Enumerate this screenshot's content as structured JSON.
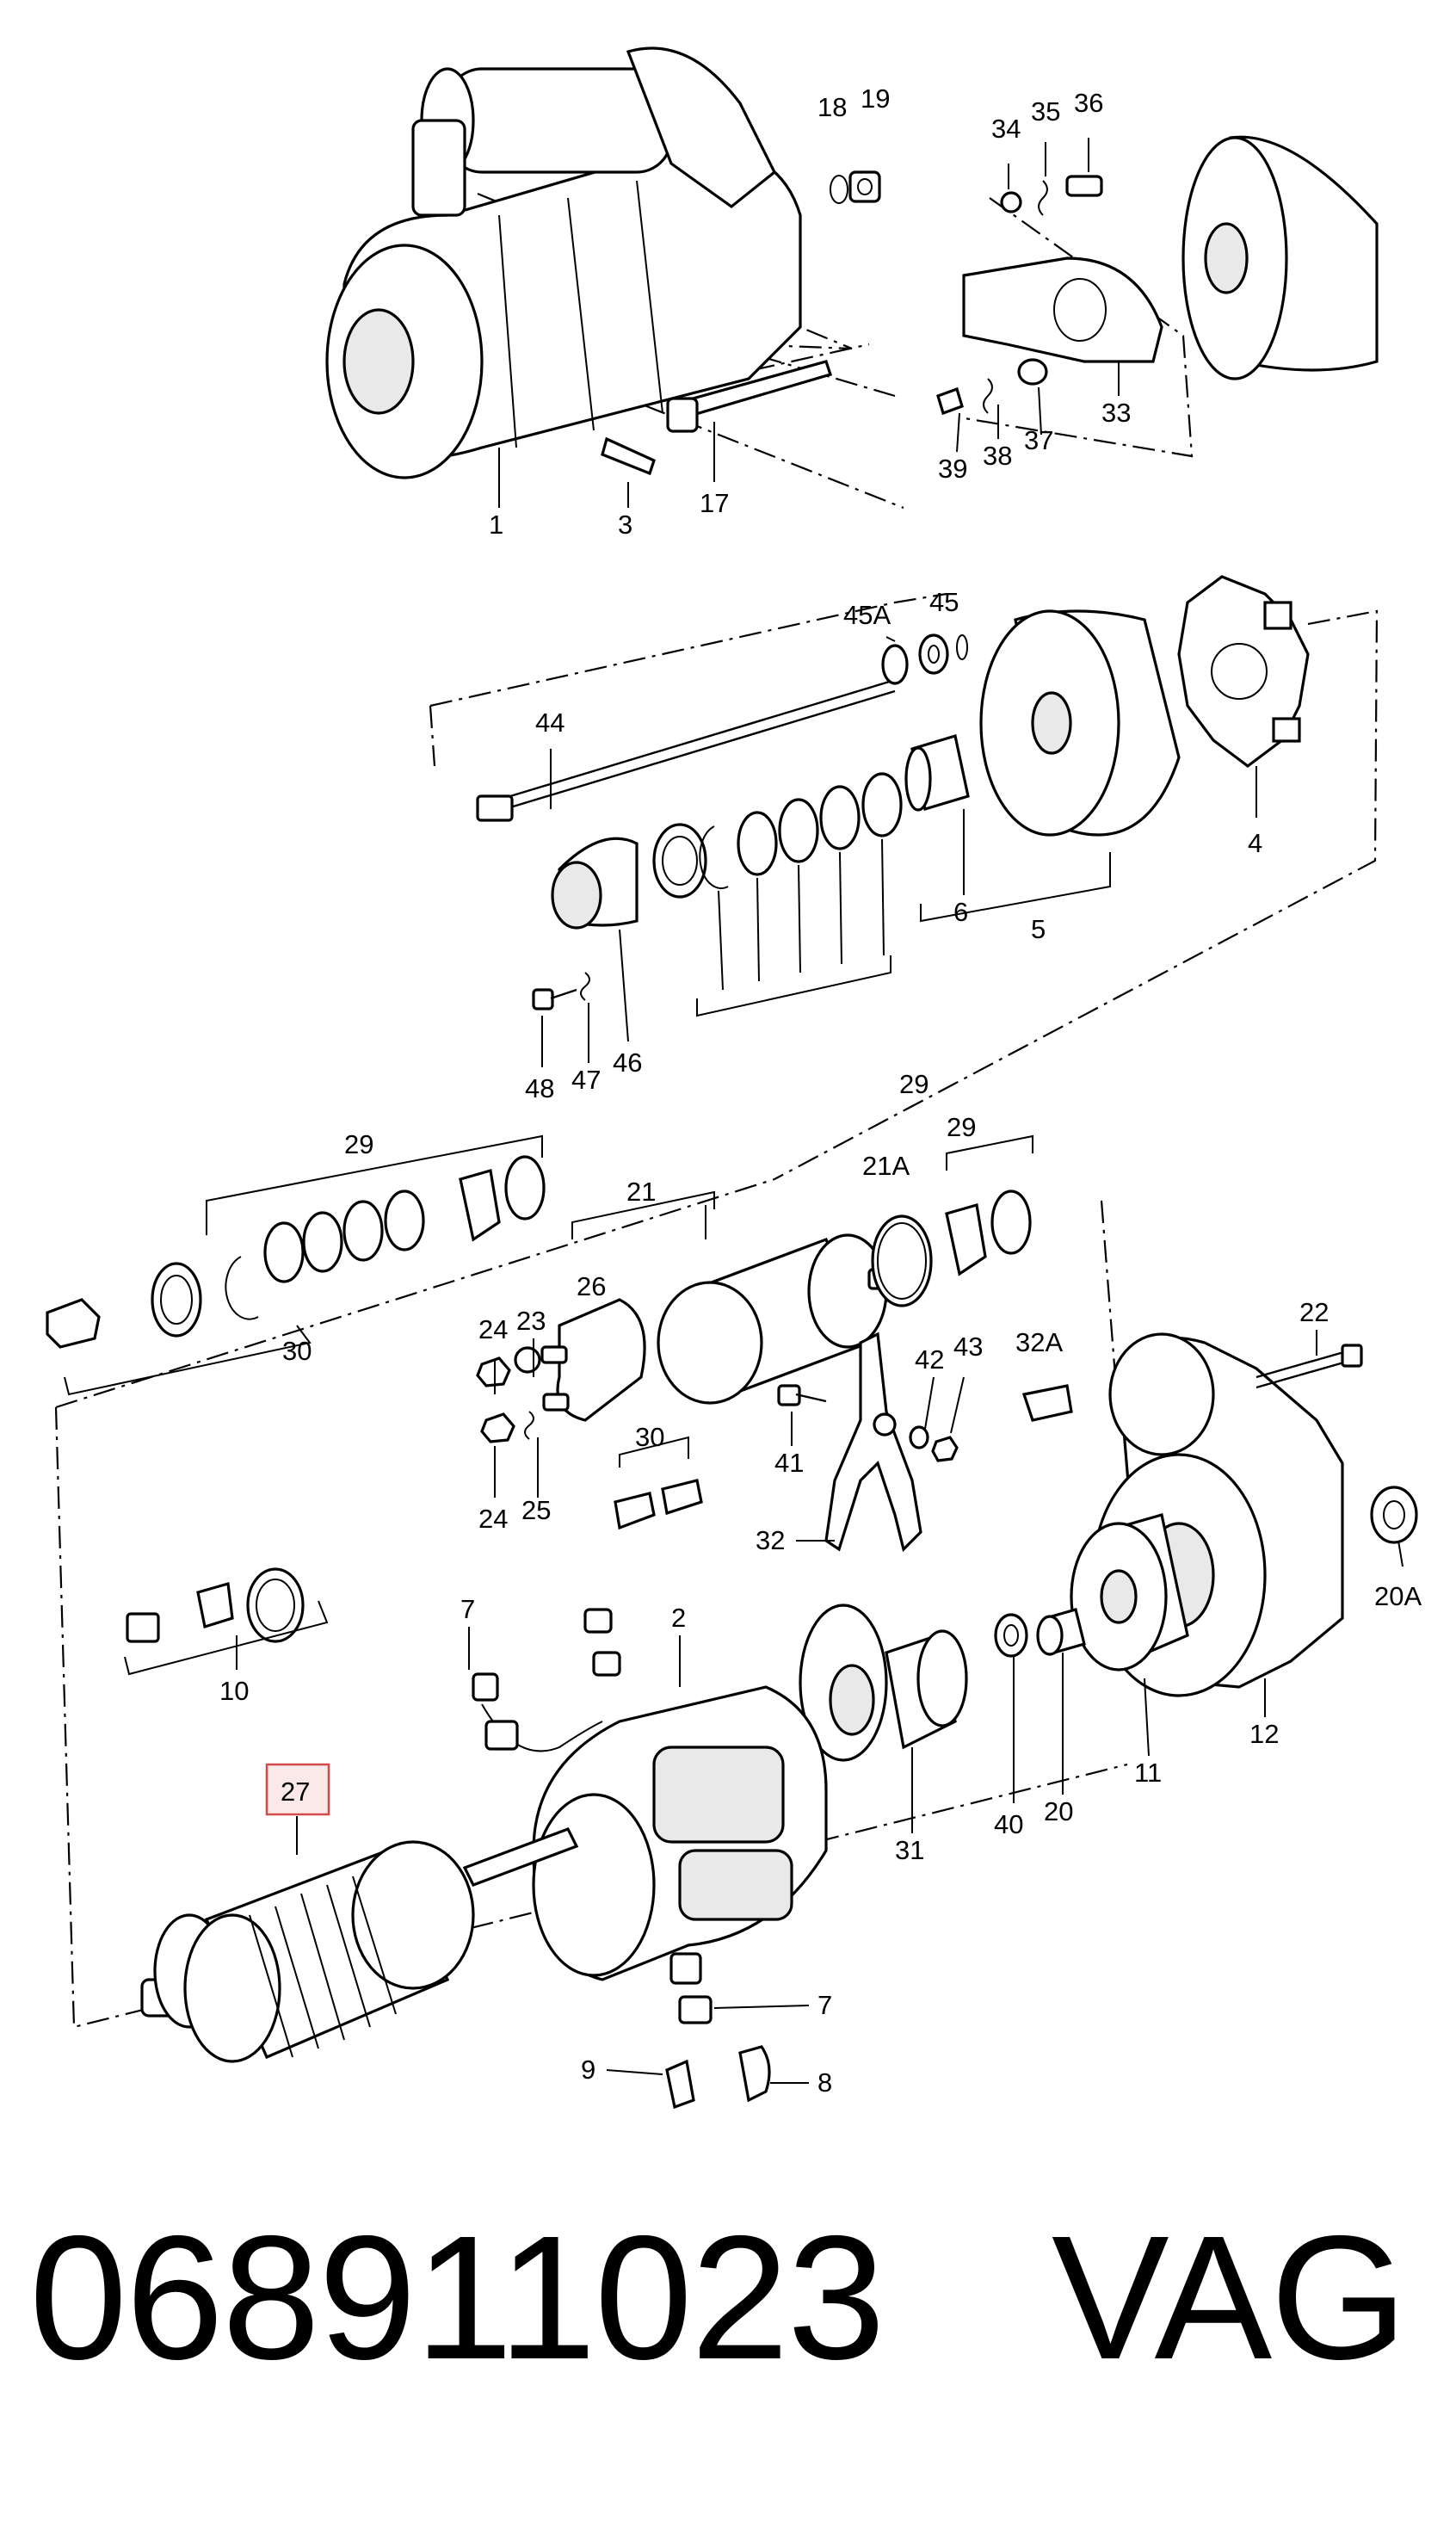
{
  "diagram": {
    "callouts": [
      {
        "id": "c1",
        "text": "1"
      },
      {
        "id": "c3",
        "text": "3"
      },
      {
        "id": "c17",
        "text": "17"
      },
      {
        "id": "c18",
        "text": "18"
      },
      {
        "id": "c19",
        "text": "19"
      },
      {
        "id": "c34",
        "text": "34"
      },
      {
        "id": "c35",
        "text": "35"
      },
      {
        "id": "c36",
        "text": "36"
      },
      {
        "id": "c33",
        "text": "33"
      },
      {
        "id": "c39",
        "text": "39"
      },
      {
        "id": "c38",
        "text": "38"
      },
      {
        "id": "c37",
        "text": "37"
      },
      {
        "id": "c45A",
        "text": "45A"
      },
      {
        "id": "c45",
        "text": "45"
      },
      {
        "id": "c44",
        "text": "44"
      },
      {
        "id": "c4",
        "text": "4"
      },
      {
        "id": "c6",
        "text": "6"
      },
      {
        "id": "c5",
        "text": "5"
      },
      {
        "id": "c48",
        "text": "48"
      },
      {
        "id": "c47",
        "text": "47"
      },
      {
        "id": "c46",
        "text": "46"
      },
      {
        "id": "c29a",
        "text": "29"
      },
      {
        "id": "c29b",
        "text": "29"
      },
      {
        "id": "c30a",
        "text": "30"
      },
      {
        "id": "c21",
        "text": "21"
      },
      {
        "id": "c21A",
        "text": "21A"
      },
      {
        "id": "c29c",
        "text": "29"
      },
      {
        "id": "c24a",
        "text": "24"
      },
      {
        "id": "c23",
        "text": "23"
      },
      {
        "id": "c26",
        "text": "26"
      },
      {
        "id": "c42",
        "text": "42"
      },
      {
        "id": "c43",
        "text": "43"
      },
      {
        "id": "c32A",
        "text": "32A"
      },
      {
        "id": "c22",
        "text": "22"
      },
      {
        "id": "c41",
        "text": "41"
      },
      {
        "id": "c30b",
        "text": "30"
      },
      {
        "id": "c24b",
        "text": "24"
      },
      {
        "id": "c25",
        "text": "25"
      },
      {
        "id": "c32",
        "text": "32"
      },
      {
        "id": "c10",
        "text": "10"
      },
      {
        "id": "c7a",
        "text": "7"
      },
      {
        "id": "c2",
        "text": "2"
      },
      {
        "id": "c20A",
        "text": "20A"
      },
      {
        "id": "c40",
        "text": "40"
      },
      {
        "id": "c20",
        "text": "20"
      },
      {
        "id": "c11",
        "text": "11"
      },
      {
        "id": "c12",
        "text": "12"
      },
      {
        "id": "c31",
        "text": "31"
      },
      {
        "id": "c27",
        "text": "27"
      },
      {
        "id": "c7b",
        "text": "7"
      },
      {
        "id": "c9",
        "text": "9"
      },
      {
        "id": "c8",
        "text": "8"
      }
    ],
    "highlighted_callout": "27",
    "highlight_color": "#d24b4b"
  },
  "footer": {
    "part_number": "068911023",
    "brand": "VAG"
  }
}
